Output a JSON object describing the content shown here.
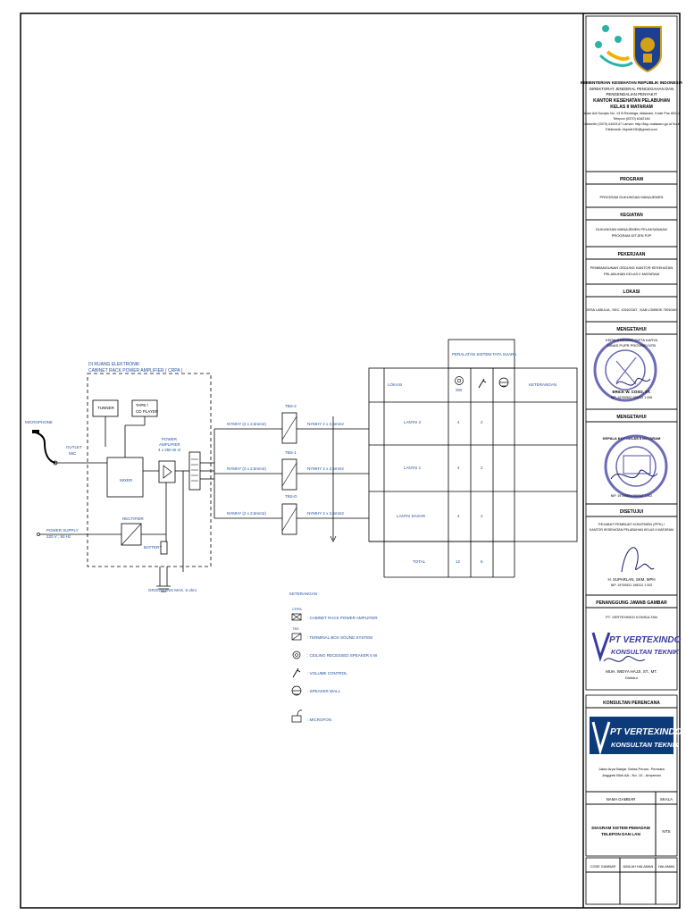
{
  "diagram": {
    "room_label": "DI RUANG ELEKTRONIK",
    "rack_label": "CABINET RACK POWER AMPLIFIER  ( CRPA )",
    "microphone": "MICROPHONE",
    "outlet": "OUTLET",
    "mic": "MIC",
    "tuner": "TUNNER",
    "tape": "TAPE /",
    "cd_player": "CD PLAYER",
    "power_amp_1": "POWER",
    "power_amp_2": "AMPLIFIER",
    "power_amp_3": "4 x 250 W nl",
    "mixer": "MIXER",
    "rectifier": "RECTIFIER",
    "battery": "BATTERY",
    "power_supply_1": "POWER SUPPLY",
    "power_supply_2": "220 V ; 50 Hz",
    "grounding": "GROUNDING MAX. 5 ohm",
    "cable_left": "NYMHY (2 x 2,5mm2)",
    "cable_right": "NYMHY  2 x 2,5mm2",
    "tbs": [
      "TBS-2",
      "TBS-1",
      "TBS-D"
    ]
  },
  "table": {
    "title": "PERALATAN SISTEM TATA SUARA",
    "col_lokasi": "LOKASI",
    "col_sw": "SW",
    "col_keterangan": "KETERANGAN",
    "rows": [
      {
        "lokasi": "LANTAI  2",
        "a": "4",
        "b": "2"
      },
      {
        "lokasi": "LANTAI  1",
        "a": "4",
        "b": "2"
      },
      {
        "lokasi": "LANTAI  DASAR",
        "a": "4",
        "b": "2"
      }
    ],
    "total_label": "TOTAL",
    "total_a": "12",
    "total_b": "6"
  },
  "legend": {
    "title": "KETERANGAN :",
    "crpa": "CRPA",
    "tbs": "TBS",
    "items": [
      ": CABINET RACK POWER AMPLIFIER",
      ": TERMINAL BOX SOUND SYSTEM",
      ": CEILING RECESSED SPEAKER  6 W",
      ": VOLUME CONTROL",
      ": SPEAKER WALL",
      ": MICROFON"
    ]
  },
  "title_block": {
    "ministry": "KEMENTERIAN KESEHATAN REPUBLIK INDONESIA",
    "directorate_1": "DIREKTORAT JENDERAL PENCEGAHAN DAN",
    "directorate_2": "PENGENDALIAN PENYAKIT",
    "office_1": "KANTOR KESEHATAN PELABUHAN",
    "office_2": "KELAS II MATARAM",
    "address_1": "Jalan Adi Sucipto No. 13 B Rembiga, Mataram, Kode Pos 83114",
    "address_2": "Telepon (0370) 6162146",
    "address_3": "Faksimile (0370) 6162147 Laman: http://kkp-mataram.go.id Surel",
    "address_4": "Elektronik: kkpmtr150@gmail.com",
    "program_h": "PROGRAM",
    "program_v": "PROGRAM DUKUNGAN MANAJEMEN",
    "kegiatan_h": "KEGIATAN",
    "kegiatan_v1": "DUKUNGAN MANAJEMEN PELAKSANAAN",
    "kegiatan_v2": "PROGRAM DITJEN P2P",
    "pekerjaan_h": "PEKERJAAN",
    "pekerjaan_v1": "PEMBANGUNAN GEDUNG KANTOR KESEHATAN",
    "pekerjaan_v2": "PELABUHAN KELAS II MATARAM",
    "lokasi_h": "LOKASI",
    "lokasi_v": "DESA LABULIA , KEC. JONGGAT , KAB LOMBOK TENGAH",
    "mengetahui_h": "MENGETAHUI",
    "mengetahui_1": "KEPALA BIDANG CIPTA KARYA",
    "mengetahui_2": "DINAS PUPR PROVINSI NTB",
    "mengetahui_name": "ERICK W. COSO, ST.",
    "mengetahui_nip": "NIP. 19790502 200312 1 006",
    "mengetahui2_h": "MENGETAHUI",
    "mengetahui2_1": "KEPALA KKP KELAS II MATARAM",
    "mengetahui2_nip": "NIP. 19700831 200312 1 002",
    "disetujui_h": "DISETUJUI",
    "disetujui_1": "PEJABAT PEMBUAT KOMITMEN (PPK) /",
    "disetujui_2": "KANTOR KESEHATAN PELABUHAN KELAS II MATARAM",
    "disetujui_name": "H. SUPARLAN, SKM, MPH",
    "disetujui_nip": "NIP. 19700531 198312 1 002",
    "pj_h": "PENANGGUNG JAWAB GAMBAR",
    "pj_company": "PT. VERTEXINDO KONSULTAN",
    "pj_logo_1": "PT VERTEXINDO",
    "pj_logo_2": "KONSULTAN TEKNIK",
    "pj_name": "MUH. WIDYA HAJJI, ST., MT.",
    "pj_role": "Direktur",
    "konsultan_h": "KONSULTAN PERENCANA",
    "konsultan_logo_1": "PT VERTEXINDO",
    "konsultan_logo_2": "KONSULTAN TEKNIK",
    "konsultan_addr_1": "Jalan Arya Banjar Getas Perum. Permata",
    "konsultan_addr_2": "Anggrek Blok AA - No. 10 - Ampenan",
    "nama_gambar_h": "NAMA GAMBAR",
    "skala_h": "SKALA",
    "nama_gambar_1": "DIAGRAM SISTEM PEMADAM",
    "nama_gambar_2": "TELEPON DAN LAN",
    "skala_v": "NTS",
    "kode_gambar": "CODE GAMBAR",
    "jumlah_halaman": "JUMLAH HALAMAN",
    "halaman": "HALAMAN"
  },
  "colors": {
    "line": "#000000",
    "label": "#1f4e9a",
    "stamp": "#3a3aa0"
  }
}
